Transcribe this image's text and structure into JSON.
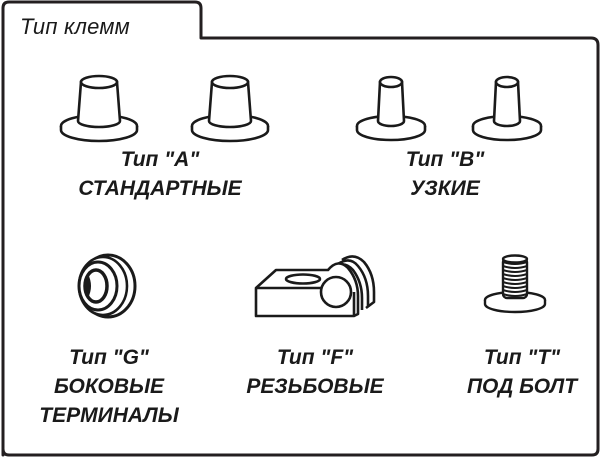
{
  "panel": {
    "title": "Тип клемм",
    "border_color": "#231f20",
    "background": "#ffffff"
  },
  "terminals": [
    {
      "id": "A",
      "icon": "tall-terminal-icon",
      "count": 2,
      "type_label": "Тип \"A\"",
      "name_lines": [
        "СТАНДАРТНЫЕ"
      ]
    },
    {
      "id": "B",
      "icon": "narrow-terminal-icon",
      "count": 2,
      "type_label": "Тип \"B\"",
      "name_lines": [
        "УЗКИЕ"
      ]
    },
    {
      "id": "G",
      "icon": "side-terminal-icon",
      "count": 1,
      "type_label": "Тип \"G\"",
      "name_lines": [
        "БОКОВЫЕ",
        "ТЕРМИНАЛЫ"
      ]
    },
    {
      "id": "F",
      "icon": "threaded-terminal-icon",
      "count": 1,
      "type_label": "Тип \"F\"",
      "name_lines": [
        "РЕЗЬБОВЫЕ"
      ]
    },
    {
      "id": "T",
      "icon": "bolt-terminal-icon",
      "count": 1,
      "type_label": "Тип \"T\"",
      "name_lines": [
        "ПОД БОЛТ"
      ]
    }
  ]
}
